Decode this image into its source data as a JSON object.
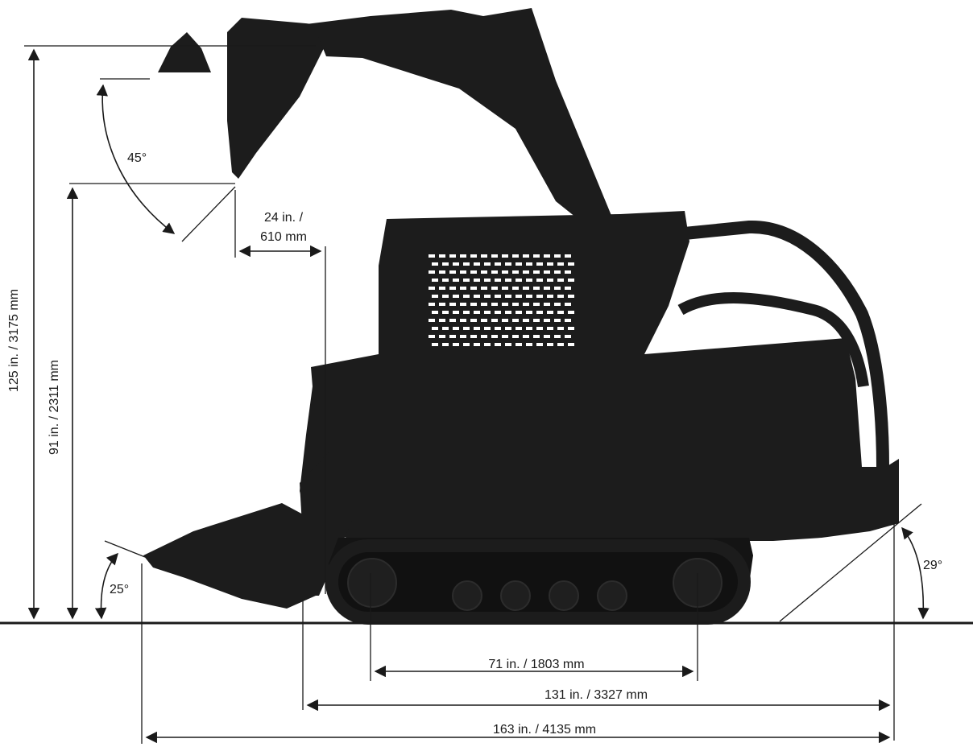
{
  "colors": {
    "machine": "#1c1c1c",
    "line": "#1a1a1a",
    "background": "#ffffff"
  },
  "dimensions": {
    "max_height": "125 in. / 3175 mm",
    "hinge_pin_height": "91 in. / 2311 mm",
    "dump_reach_line1": "24 in. /",
    "dump_reach_line2": "610 mm",
    "dump_angle": "45°",
    "rollback_angle": "25°",
    "departure_angle": "29°",
    "track_length": "71 in. / 1803 mm",
    "length_without_bucket": "131 in. / 3327 mm",
    "overall_length": "163 in. / 4135 mm"
  }
}
